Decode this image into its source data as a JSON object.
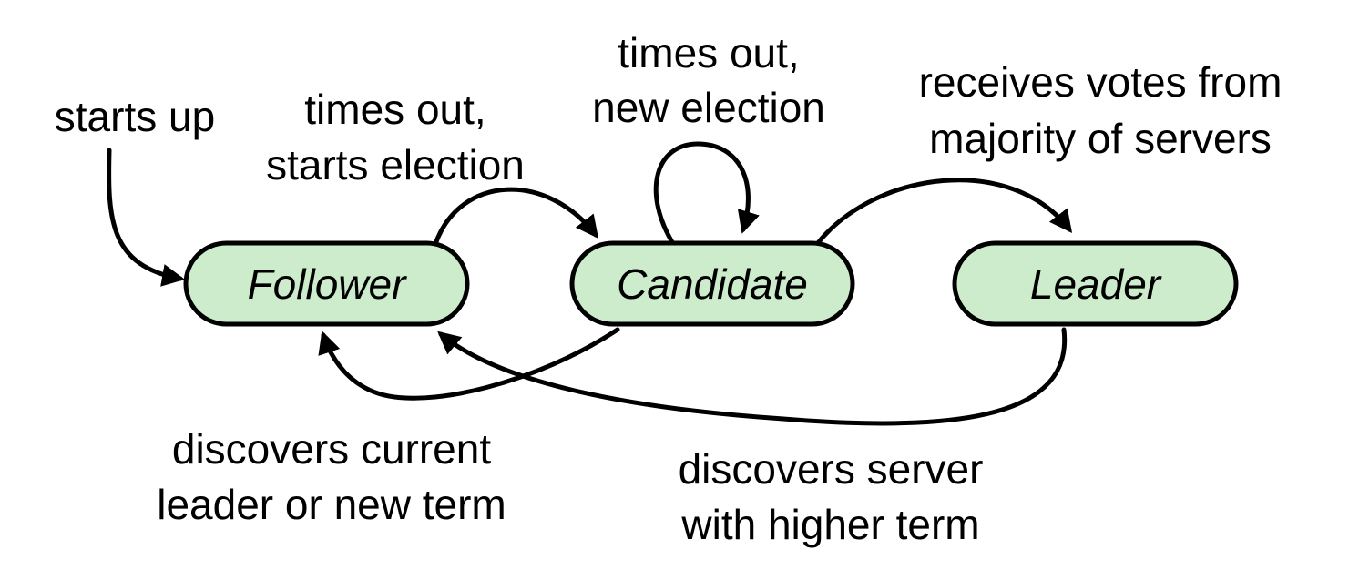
{
  "states": {
    "follower": "Follower",
    "candidate": "Candidate",
    "leader": "Leader"
  },
  "transitions": {
    "start": {
      "line1": "starts up"
    },
    "follower_to_candidate": {
      "line1": "times out,",
      "line2": "starts election"
    },
    "candidate_self": {
      "line1": "times out,",
      "line2": "new election"
    },
    "candidate_to_leader": {
      "line1": "receives votes from",
      "line2": "majority of servers"
    },
    "candidate_to_follower": {
      "line1": "discovers current",
      "line2": "leader or new term"
    },
    "leader_to_follower": {
      "line1": "discovers server",
      "line2": "with higher term"
    }
  },
  "colors": {
    "state_fill": "#cdeccc",
    "stroke": "#000000"
  }
}
